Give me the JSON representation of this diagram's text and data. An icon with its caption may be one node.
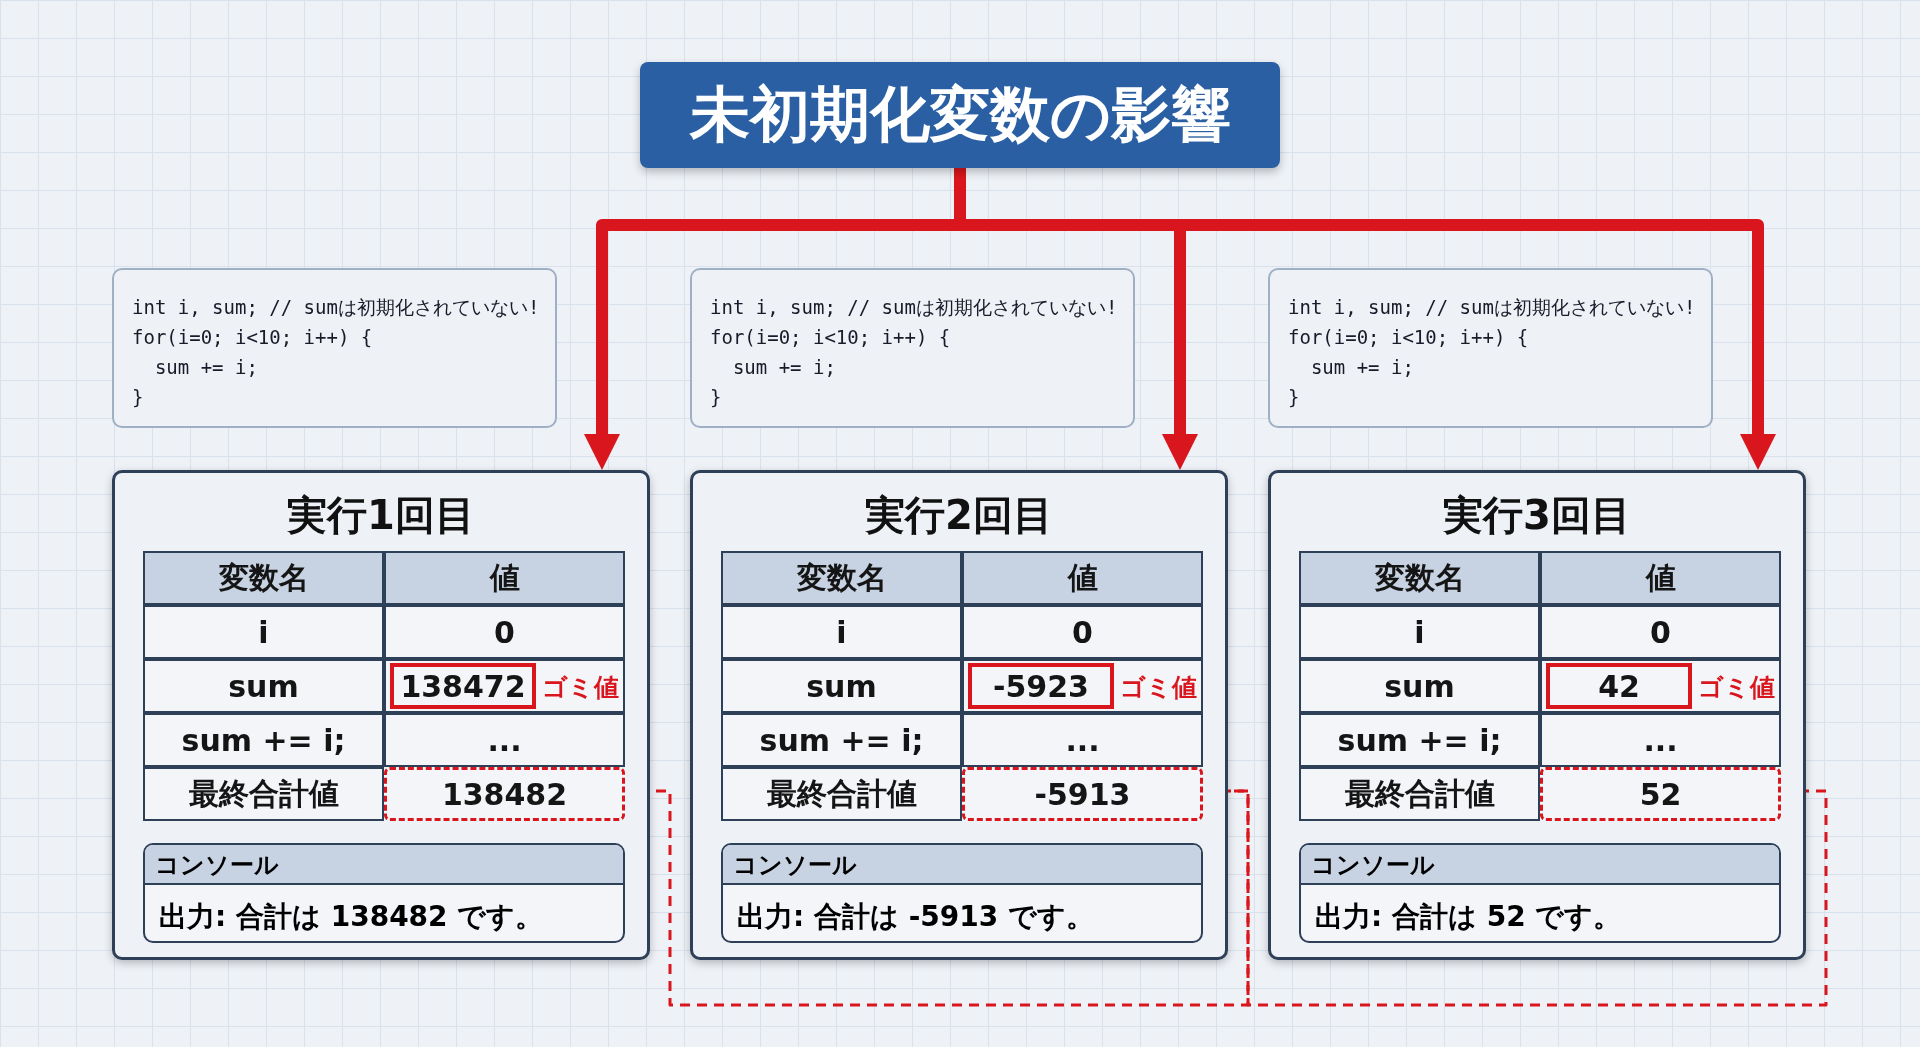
{
  "diagram": {
    "nodes": [
      {
        "text": [
          "未初期化変数の影響"
        ]
      },
      {
        "text": [
          "int i, sum; // sumは初期化されていない!",
          "for(i=0; i<10; i++) {",
          "  sum += i;",
          "}"
        ]
      },
      {
        "text": [
          "int i, sum; // sumは初期化されていない!",
          "for(i=0; i<10; i++) {",
          "  sum += i;",
          "}"
        ]
      },
      {
        "text": [
          "int i, sum; // sumは初期化されていない!",
          "for(i=0; i<10; i++) {",
          "  sum += i;",
          "}"
        ]
      },
      {
        "text": [
          "実行1回目"
        ]
      },
      {
        "text": [
          "138472"
        ],
        "beside": [
          "ゴミ値"
        ],
        "in": 4
      },
      {
        "text": [
          "138482"
        ],
        "in": 4
      },
      {
        "text": [
          "コンソール",
          "出力: 合計は 138482 です。"
        ],
        "in": 4
      },
      {
        "text": [
          "実行2回目"
        ]
      },
      {
        "text": [
          "-5923"
        ],
        "beside": [
          "ゴミ値"
        ],
        "in": 8
      },
      {
        "text": [
          "-5913"
        ],
        "in": 8
      },
      {
        "text": [
          "コンソール",
          "出力: 合計は -5913 です。"
        ],
        "in": 8
      },
      {
        "text": [
          "実行3回目"
        ]
      },
      {
        "text": [
          "42"
        ],
        "beside": [
          "ゴミ値"
        ],
        "in": 12
      },
      {
        "text": [
          "52"
        ],
        "in": 12
      },
      {
        "text": [
          "コンソール",
          "出力: 合計は 52 です。"
        ],
        "in": 12
      }
    ],
    "edges": [
      {
        "from": 0,
        "to": 4,
        "arrow": "to"
      },
      {
        "from": 0,
        "to": 8,
        "arrow": "to"
      },
      {
        "from": 0,
        "to": 12,
        "arrow": "to"
      },
      {
        "from": 6,
        "to": 10,
        "arrow": "none",
        "style": "dashed"
      },
      {
        "from": 10,
        "to": 14,
        "arrow": "none",
        "style": "dashed"
      }
    ],
    "labels": [
      "変数名",
      "値",
      "i",
      "0",
      "sum",
      "sum += i;",
      "...",
      "最終合計値",
      "変数名",
      "値",
      "i",
      "0",
      "sum",
      "sum += i;",
      "...",
      "最終合計値",
      "変数名",
      "値",
      "i",
      "0",
      "sum",
      "sum += i;",
      "...",
      "最終合計値"
    ]
  }
}
